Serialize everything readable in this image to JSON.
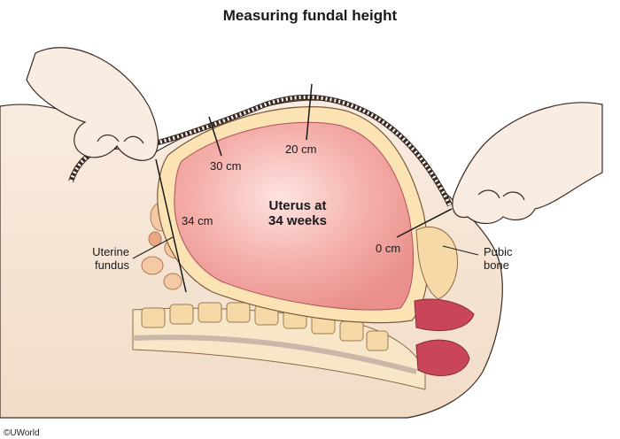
{
  "title": "Measuring fundal height",
  "uterus_label": {
    "line1": "Uterus at",
    "line2": "34 weeks"
  },
  "measure_labels": {
    "m30": "30 cm",
    "m20": "20 cm",
    "m34": "34 cm",
    "m0": "0 cm"
  },
  "anatomy_labels": {
    "fundus_line1": "Uterine",
    "fundus_line2": "fundus",
    "pubic_line1": "Pubic",
    "pubic_line2": "bone"
  },
  "copyright": "©UWorld",
  "colors": {
    "skin": "#f6e4d2",
    "skin_shadow": "#ecd2ba",
    "uterus_fill": "#f4a6a2",
    "uterus_highlight": "#fbd9d6",
    "uterus_wall": "#fbe3b4",
    "bone": "#f5d9a6",
    "bone_dark": "#e8b98a",
    "organ_red": "#c8455a",
    "tape": "#ffffff",
    "outline": "#3a2a22"
  }
}
